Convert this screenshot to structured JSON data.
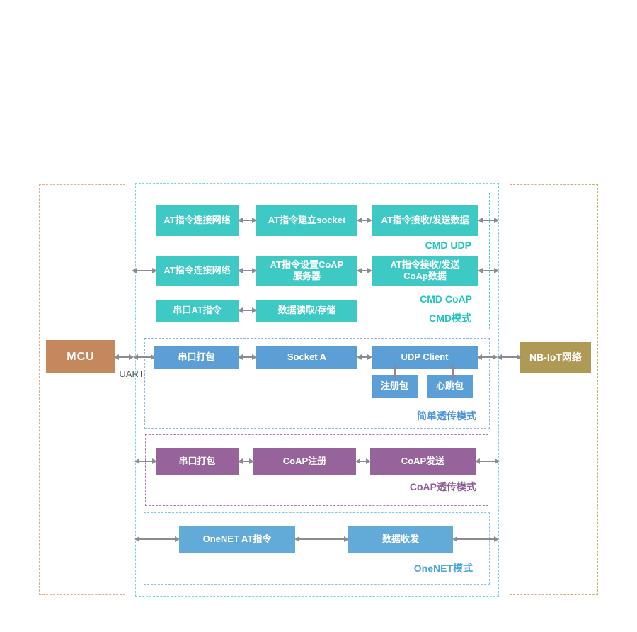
{
  "mcu": {
    "label": "MCU"
  },
  "network": {
    "label": "NB-IoT网络"
  },
  "uart_label": "UART",
  "cmd": {
    "udp_boxes": [
      "AT指令连接网络",
      "AT指令建立socket",
      "AT指令接收/发送数据"
    ],
    "udp_label": "CMD UDP",
    "coap_boxes": [
      "AT指令连接网络",
      "AT指令设置CoAP\n服务器",
      "AT指令接收/发送\nCoAp数据"
    ],
    "coap_label": "CMD CoAP",
    "serial_boxes": [
      "串口AT指令",
      "数据读取/存储"
    ],
    "mode_label": "CMD模式"
  },
  "transparent": {
    "boxes": [
      "串口打包",
      "Socket A",
      "UDP Client"
    ],
    "packet_boxes": [
      "注册包",
      "心跳包"
    ],
    "mode_label": "简单透传模式"
  },
  "coap": {
    "boxes": [
      "串口打包",
      "CoAP注册",
      "CoAP发送"
    ],
    "mode_label": "CoAP透传模式"
  },
  "onenet": {
    "boxes": [
      "OneNET AT指令",
      "数据收发"
    ],
    "mode_label": "OneNET模式"
  },
  "colors": {
    "teal_box": "#3fc9c5",
    "blue_box": "#5b9fd6",
    "light_blue_box": "#62aad8",
    "purple_box": "#96639b",
    "mcu_box": "#c5875c",
    "network_box": "#ae9a55",
    "arrow_gray": "#8b8b98",
    "teal_label": "#23c3bf",
    "blue_label": "#4b92d8",
    "purple_label": "#8d5b96",
    "light_blue_label": "#4ba5dc"
  }
}
